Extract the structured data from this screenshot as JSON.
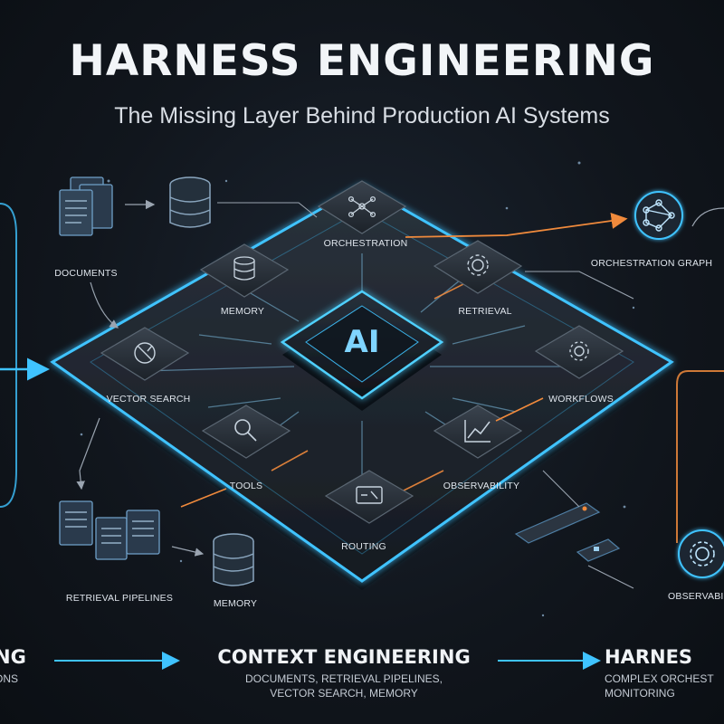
{
  "title": "HARNESS ENGINEERING",
  "subtitle": "The Missing Layer Behind Production AI Systems",
  "center": {
    "chip_label": "AI"
  },
  "platform_modules": [
    {
      "key": "orchestration",
      "label": "ORCHESTRATION",
      "icon": "network-icon"
    },
    {
      "key": "memory",
      "label": "MEMORY",
      "icon": "database-icon"
    },
    {
      "key": "retrieval",
      "label": "RETRIEVAL",
      "icon": "gear-icon"
    },
    {
      "key": "vector_search",
      "label": "VECTOR SEARCH",
      "icon": "compass-icon"
    },
    {
      "key": "workflows",
      "label": "WORKFLOWS",
      "icon": "cog-flower-icon"
    },
    {
      "key": "tools",
      "label": "TOOLS",
      "icon": "magnifier-icon"
    },
    {
      "key": "observability",
      "label": "OBSERVABILITY",
      "icon": "trend-chart-icon"
    },
    {
      "key": "routing",
      "label": "ROUTING",
      "icon": "route-icon"
    }
  ],
  "outer_items": [
    {
      "key": "documents",
      "label": "DOCUMENTS",
      "icon": "documents-icon"
    },
    {
      "key": "orchestration_graph",
      "label": "ORCHESTRATION GRAPH",
      "icon": "graph-icon"
    },
    {
      "key": "retrieval_pipelines",
      "label": "RETRIEVAL PIPELINES",
      "icon": "documents-icon"
    },
    {
      "key": "memory_outer",
      "label": "MEMORY",
      "icon": "database-icon"
    },
    {
      "key": "observability_outer",
      "label": "OBSERVABILI",
      "icon": "gear-icon"
    }
  ],
  "bottom": {
    "left": {
      "head": "NG",
      "desc": "ONS"
    },
    "middle": {
      "head": "CONTEXT ENGINEERING",
      "desc_line1": "DOCUMENTS, RETRIEVAL PIPELINES,",
      "desc_line2": "VECTOR SEARCH, MEMORY"
    },
    "right": {
      "head": "HARNES",
      "desc_line1": "COMPLEX ORCHEST",
      "desc_line2": "MONITORING"
    }
  },
  "colors": {
    "accent_cyan": "#3fc3ff",
    "accent_orange": "#f08a3c",
    "panel": "#1f262f"
  }
}
